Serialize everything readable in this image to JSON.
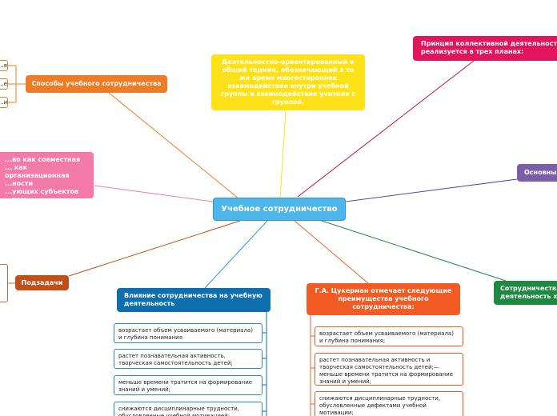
{
  "map": {
    "center": "Учебное сотрудничество",
    "topics": {
      "yellow": "Деятельностно-ориентированный и общий термин, обозначающий в то же время многостороннее взаимодействие внутри учебной группы и взаимодействие учителя с группой.",
      "magenta": "Принцип коллективной деятельности реализуется в трех планах:",
      "ways": "Способы учебного сотрудничества",
      "pink": "...во как совместная\n... как организационная\n...ности\n...ующих субъектов\n...тся:",
      "purple": "Основны...",
      "subtasks": "Подзадачи",
      "influence": "Влияние сотрудничества на учебную деятельность",
      "tsukerman": "Г.А. Цукерман отмечает следующие преимущества учебного сотрудничества:",
      "green": "Сотрудничеств... деятельность х..."
    },
    "ways_leaves": [
      "...я",
      "...е",
      "...ис"
    ],
    "influence_leaves": [
      "возрастает объем усваиваемого (материала) и глубина понимания",
      "растет познавательная активность, творческая самостоятельность детей;",
      "меньше времени тратится на формирование знаний и умений;",
      "снижаются дисциплинарные трудности, обусловленные учебной мотивацией;"
    ],
    "tsukerman_leaves": [
      "возрастает объем усваиваемого (материала) и глубина понимания;",
      "растет познавательная активность и творческая самостоятельность детей;— меньше времени тратится на формирование знаний и умений;",
      "снижаются дисциплинарные трудности, обусловленные дефектами учебной мотивации;"
    ]
  },
  "colors": {
    "center": "#4fb6ea",
    "yellow": "#ffe11a",
    "magenta": "#e0155c",
    "orange": "#f07a26",
    "pink": "#f27ba9",
    "purple": "#7a5ea8",
    "brown": "#c04f1a",
    "blue": "#0f6fae",
    "orange_red": "#f25c24",
    "green": "#1e8a3f"
  }
}
